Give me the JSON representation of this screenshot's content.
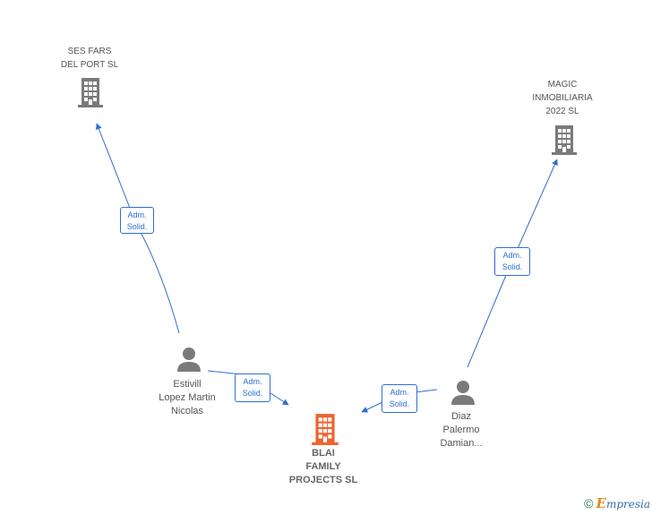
{
  "nodes": {
    "ses_fars": {
      "lines": [
        "SES FARS",
        "DEL PORT  SL"
      ],
      "type": "company"
    },
    "magic": {
      "lines": [
        "MAGIC",
        "INMOBILIARIA",
        "2022  SL"
      ],
      "type": "company"
    },
    "blai": {
      "lines": [
        "BLAI",
        "FAMILY",
        "PROJECTS  SL"
      ],
      "type": "company-main"
    },
    "estivill": {
      "lines": [
        "Estivill",
        "Lopez Martin",
        "Nicolas"
      ],
      "type": "person"
    },
    "diaz": {
      "lines": [
        "Diaz",
        "Palermo",
        "Damian..."
      ],
      "type": "person"
    }
  },
  "edges": [
    {
      "id": "estivill-ses",
      "lines": [
        "Adm.",
        "Solid."
      ]
    },
    {
      "id": "diaz-magic",
      "lines": [
        "Adm.",
        "Solid."
      ]
    },
    {
      "id": "estivill-blai",
      "lines": [
        "Adm.",
        "Solid."
      ]
    },
    {
      "id": "diaz-blai",
      "lines": [
        "Adm.",
        "Solid."
      ]
    }
  ],
  "colors": {
    "edge": "#2f6fcf",
    "company_icon": "#7a7a7a",
    "main_company_icon": "#f0622d",
    "person_icon": "#7a7a7a"
  },
  "footer": {
    "copyright": "©",
    "brand_first": "E",
    "brand_rest": "mpresia"
  }
}
